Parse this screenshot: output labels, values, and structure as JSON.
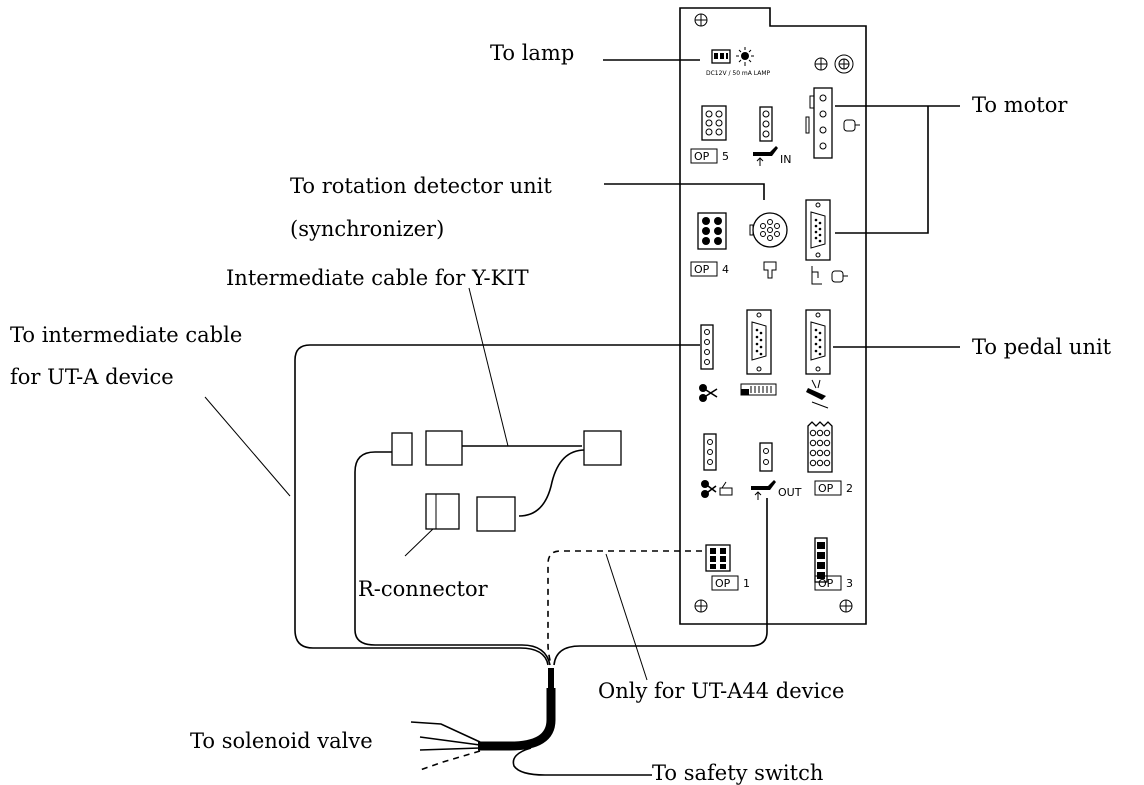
{
  "labels": {
    "lamp": "To lamp",
    "motor": "To motor",
    "rotation_detector_line1": "To rotation detector unit",
    "rotation_detector_line2": "(synchronizer)",
    "y_kit": "Intermediate cable for Y-KIT",
    "ut_a_line1": "To intermediate cable",
    "ut_a_line2": "for UT-A device",
    "pedal": "To pedal unit",
    "r_connector": "R-connector",
    "ut_a44": "Only for UT-A44 device",
    "solenoid": "To solenoid valve",
    "safety_switch": "To safety switch"
  },
  "board": {
    "lamp_spec": "DC12V / 50 mA  LAMP",
    "op_prefix": "OP",
    "op1": "1",
    "op2": "2",
    "op3": "3",
    "op4": "4",
    "op5": "5",
    "in_label": "IN",
    "out_label": "OUT"
  },
  "icons": [
    "lamp-icon",
    "ground-icon",
    "motor-icon",
    "pedal-icon",
    "scissors-icon",
    "keypad-icon",
    "presser-foot-icon",
    "thread-trimmer-icon",
    "sensor-icon"
  ]
}
